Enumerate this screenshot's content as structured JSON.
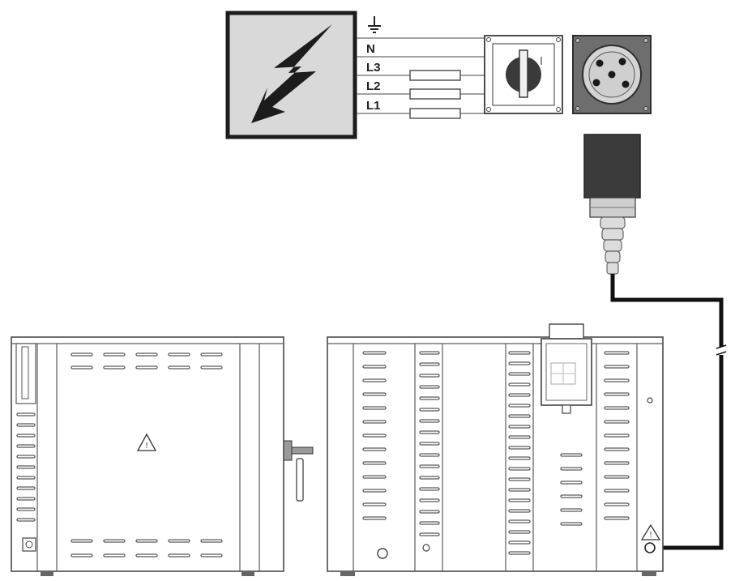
{
  "supply": {
    "earth_symbol": "⏚",
    "wires": [
      "N",
      "L3",
      "L2",
      "L1"
    ]
  },
  "labels": {
    "warning_symbol": "!"
  },
  "colors": {
    "line_art": "#4a4a4a",
    "panel_fill": "#d9d9d9",
    "plug_body": "#3b3b3b",
    "cable": "#111111",
    "socket_fill": "#6e6e6e"
  },
  "icons": [
    "lightning-bolt-icon",
    "earth-ground-icon",
    "rotary-switch-icon",
    "socket-icon",
    "plug-icon",
    "warning-triangle-icon"
  ]
}
